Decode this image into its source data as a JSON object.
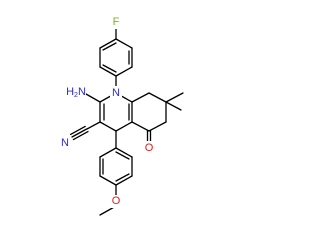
{
  "molecule": {
    "colors": {
      "bond": "#000000",
      "nitrogen": "#2b2bd9",
      "oxygen": "#e21b1b",
      "fluorine": "#7ab51d"
    },
    "labels": {
      "fluorine": "F",
      "ring_nitrogen": "N",
      "amine": "H2N",
      "nitrile": "N",
      "ketone_oxygen": "O",
      "ether_oxygen": "O"
    }
  }
}
